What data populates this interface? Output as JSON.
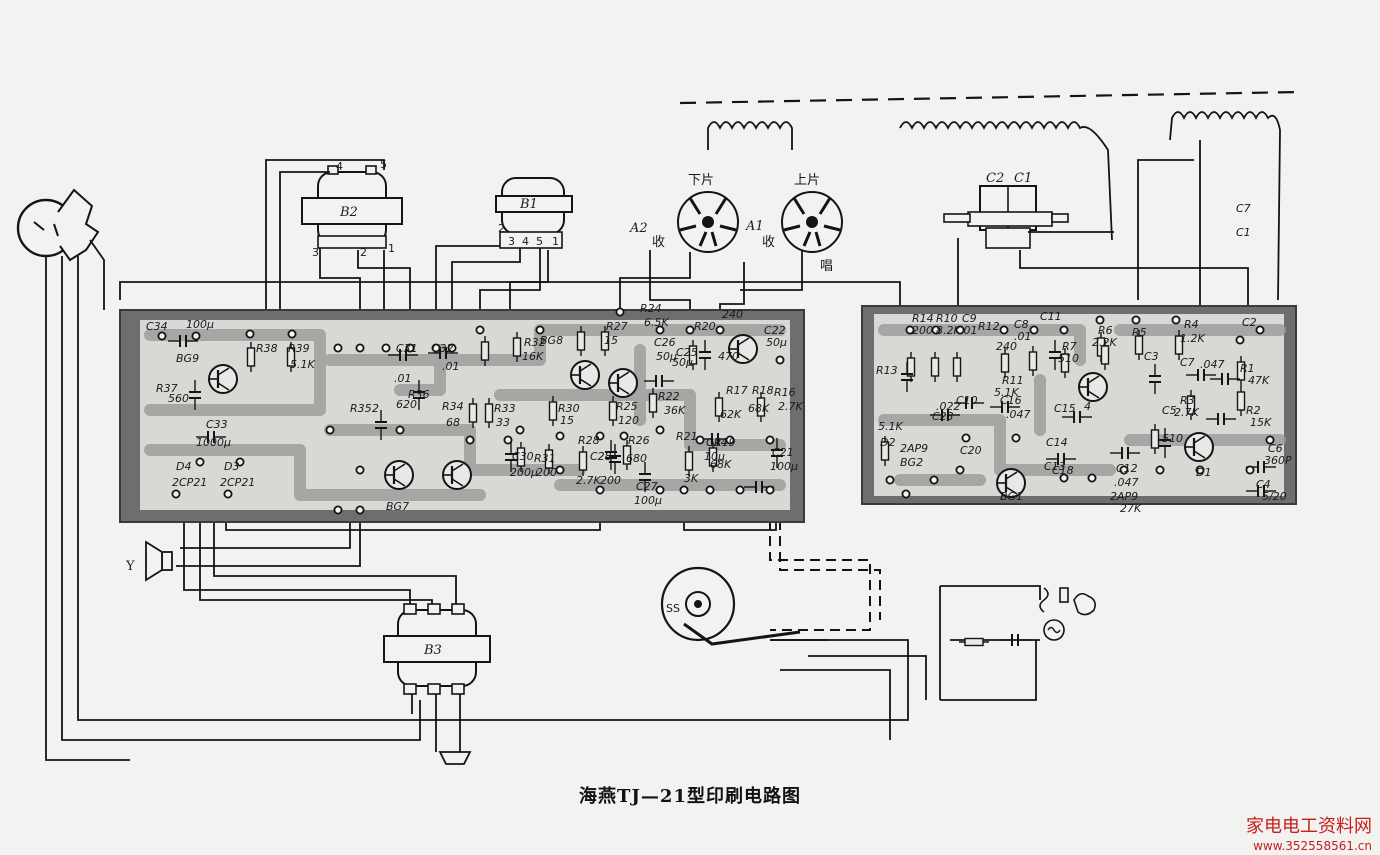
{
  "caption": "海燕TJ—21型印刷电路图",
  "watermark": {
    "line1": "家电电工资料网",
    "line2": "www.352558561.cn"
  },
  "left_board_labels": [
    "C34",
    "100μ",
    "BG9",
    "R38",
    "R39",
    "5.1K",
    "R37",
    "560",
    "C33",
    "1000μ",
    "D4",
    "D3",
    "2CP21",
    "2CP21",
    "C31",
    ".01",
    "C32",
    ".01",
    "R36",
    "620",
    "R35",
    "2",
    "R34",
    "68",
    "R33",
    "33",
    "R32",
    "16K",
    "R30",
    "15",
    "R31",
    "200",
    "R27",
    "15",
    "R25",
    "120",
    "R28",
    "2.7K",
    "C28",
    "200",
    "R26",
    "680",
    "C30",
    "200μ",
    "C27",
    "100μ",
    "C26",
    "50μ",
    "R24",
    "6.5K",
    "R22",
    "36K",
    "R21",
    "3K",
    "C24",
    "10μ",
    "R17",
    "62K",
    "R18",
    "68K",
    "R19",
    "68K",
    "R16",
    "2.7K",
    "C22",
    "50μ",
    "C21",
    "100μ",
    "C25",
    "50μ",
    "R20",
    "240",
    "470",
    "BG8",
    "BG7"
  ],
  "right_board_labels": [
    "R14",
    "200",
    "R10",
    "8.2K",
    "C9",
    ".01",
    "R12",
    "240",
    "C8",
    ".01",
    "C11",
    "R11",
    "5.1K",
    "C10",
    "C16",
    ".047",
    "R7",
    "510",
    "R6",
    "2.2K",
    "R5",
    "C3",
    "R4",
    "1.2K",
    "C7",
    ".047",
    "R3",
    "2.7K",
    "R1",
    "47K",
    "R2",
    "15K",
    "C2",
    "C6",
    "360P",
    "C4",
    "5/20",
    "C5",
    "510",
    "C15",
    "C14",
    "C13",
    "C12",
    ".047",
    "C18",
    "C20",
    ".022",
    "C23",
    "R13",
    "5.1K",
    "D2",
    "2AP9",
    "BG2",
    "BG1",
    "D1",
    "2AP9",
    "27K",
    "4"
  ],
  "external_labels": {
    "b1": "B1",
    "b2": "B2",
    "b3": "B3",
    "c1": "C1",
    "c2": "C2",
    "c7": "C7",
    "c1b": "C1",
    "speaker": "Y",
    "motor": "SS",
    "switch_down": "下片",
    "switch_up": "上片",
    "a1": "A1",
    "a2": "A2",
    "shou_a": "收",
    "shou_b": "收",
    "chang": "唱",
    "pin4": "4",
    "pin5": "5",
    "pin3": "3",
    "pin2": "2",
    "pin1": "1",
    "b1p2": "2",
    "b1p3": "3",
    "b1p4": "4",
    "b1p5": "5",
    "b1p1": "1"
  },
  "colors": {
    "paper": "#f2f2f0",
    "board": "#6e6e6e",
    "trace": "#9a9a9a",
    "ink": "#141414",
    "watermark": "#c61d1d"
  }
}
